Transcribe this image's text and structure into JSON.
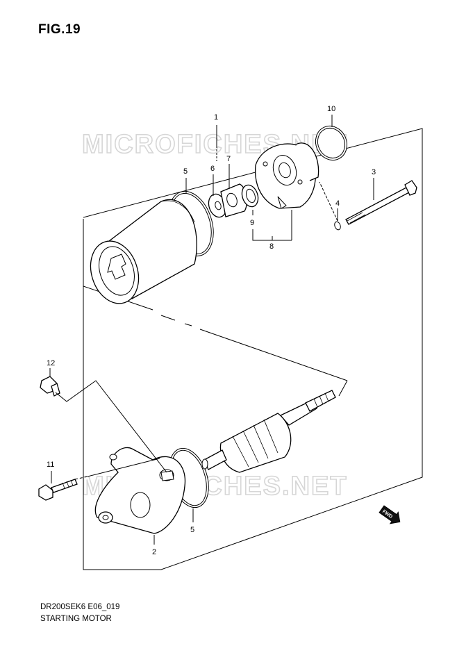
{
  "figure": {
    "title": "FIG.19"
  },
  "watermark": {
    "text": "MICROFICHES.NET"
  },
  "footer": {
    "code": "DR200SEK6 E06_019",
    "name": "STARTING MOTOR"
  },
  "direction_badge": {
    "text": "FWD"
  },
  "callouts": {
    "c1": "1",
    "c2": "2",
    "c3": "3",
    "c4": "4",
    "c5a": "5",
    "c5b": "5",
    "c6": "6",
    "c7": "7",
    "c8": "8",
    "c9": "9",
    "c10": "10",
    "c11": "11",
    "c12": "12"
  }
}
